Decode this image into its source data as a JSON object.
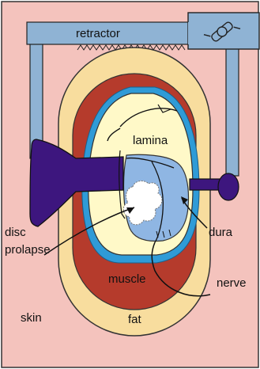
{
  "diagram": {
    "labels": {
      "retractor": "retractor",
      "lamina": "lamina",
      "dura": "dura",
      "disc_prolapse_line1": "disc",
      "disc_prolapse_line2": "prolapse",
      "muscle": "muscle",
      "nerve": "nerve",
      "skin": "skin",
      "fat": "fat"
    },
    "colors": {
      "skin": "#f4c3bd",
      "fat": "#f8dd9e",
      "muscle": "#b53b2c",
      "dura_blue": "#8fb6e3",
      "edge_blue": "#2f9bd7",
      "lamina": "#fff9c8",
      "retractor_metal": "#8fb3d4",
      "retractor_tool": "#3d167e",
      "disc": "#ffffff",
      "outline": "#111111"
    }
  }
}
